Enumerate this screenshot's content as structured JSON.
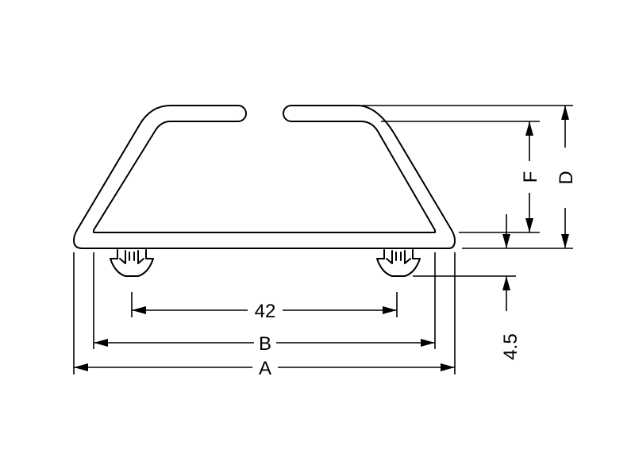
{
  "drawing": {
    "labels": {
      "dim_42": "42",
      "dim_b": "B",
      "dim_a": "A",
      "dim_f": "F",
      "dim_d": "D",
      "dim_45": "4.5"
    }
  }
}
